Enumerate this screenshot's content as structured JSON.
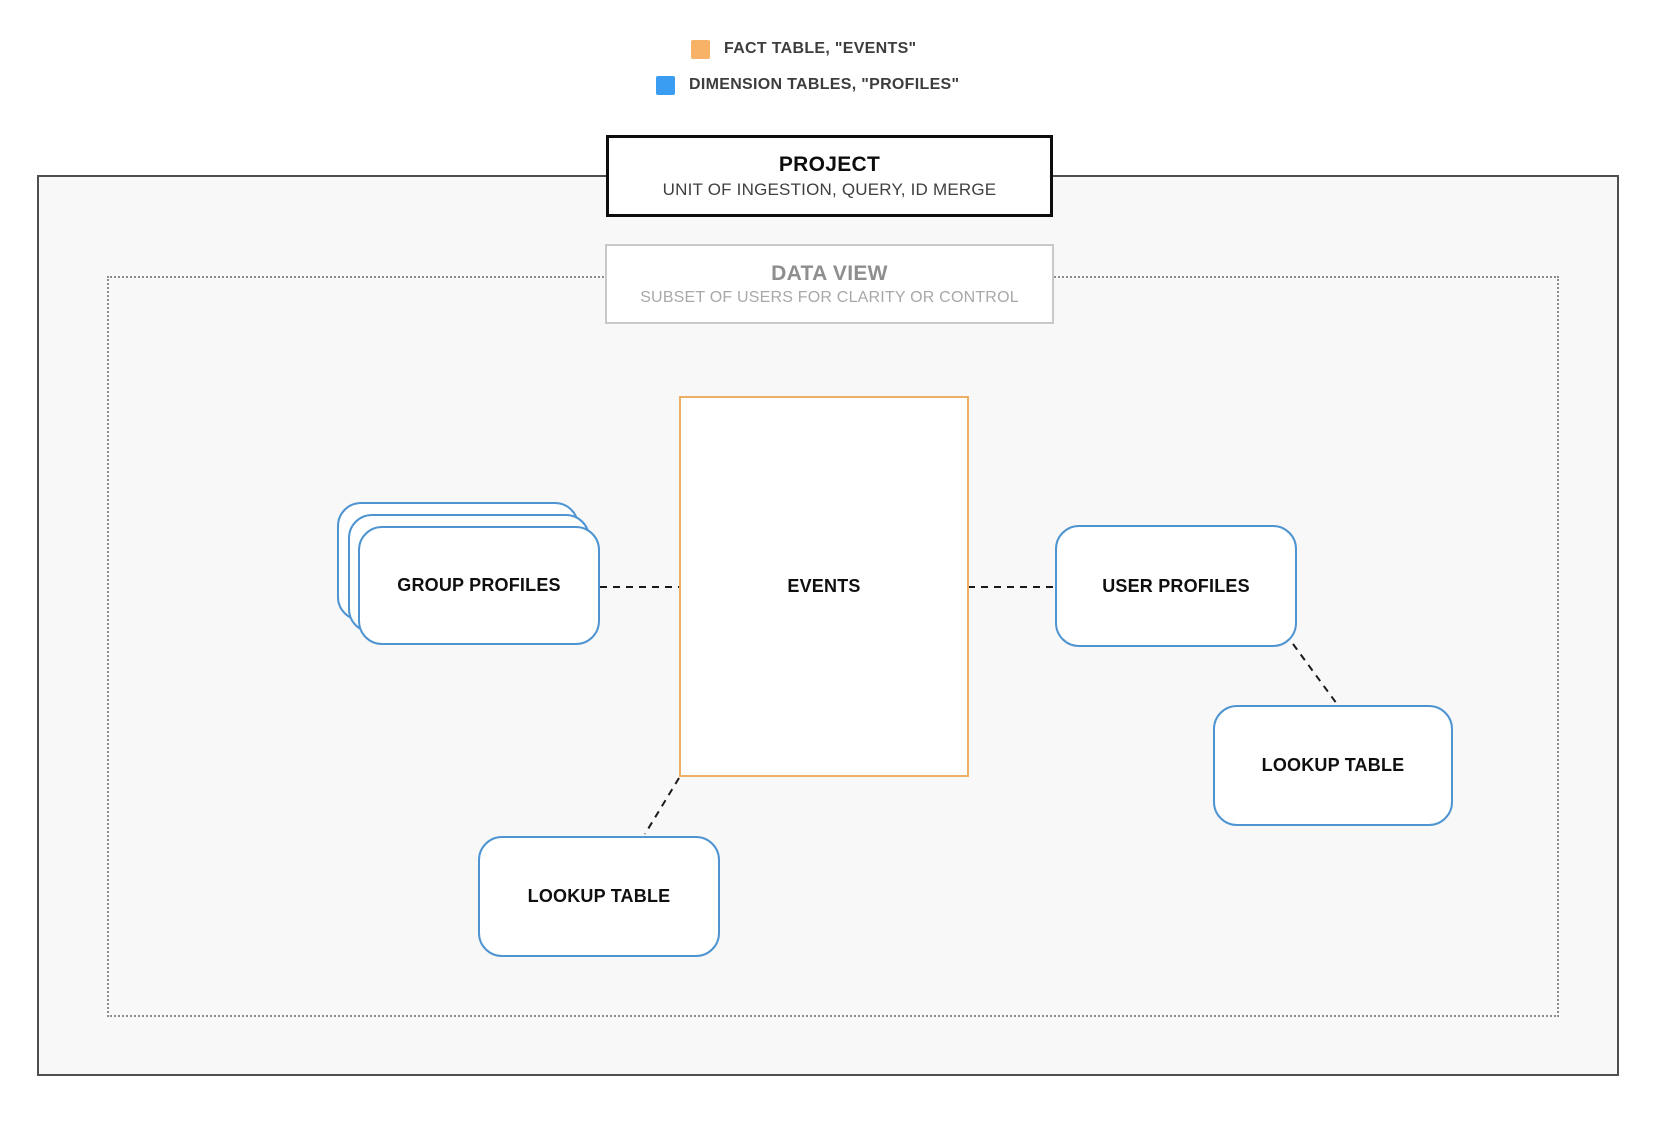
{
  "legend": {
    "items": [
      {
        "name": "fact-table",
        "label": "FACT TABLE, \"EVENTS\"",
        "color": "#f7b267"
      },
      {
        "name": "dimension-tables",
        "label": "DIMENSION TABLES, \"PROFILES\"",
        "color": "#3b9df2"
      }
    ]
  },
  "project": {
    "title": "PROJECT",
    "subtitle": "UNIT OF INGESTION, QUERY, ID MERGE"
  },
  "data_view": {
    "title": "DATA VIEW",
    "subtitle": "SUBSET OF USERS FOR CLARITY OR CONTROL"
  },
  "nodes": {
    "events": {
      "label": "EVENTS"
    },
    "group_profiles": {
      "label": "GROUP PROFILES"
    },
    "user_profiles": {
      "label": "USER PROFILES"
    },
    "lookup_table_bottom": {
      "label": "LOOKUP TABLE"
    },
    "lookup_table_right": {
      "label": "LOOKUP TABLE"
    }
  },
  "colors": {
    "fact_fill": "#f7b267",
    "fact_border": "#edae66",
    "dimension_fill": "#3b9df2",
    "dimension_border": "#4e94d1",
    "connector": "#1a1a1a",
    "outer_border": "#4f4f4f",
    "inner_dotted_border": "#8c8c8c",
    "container_background": "#f8f8f9"
  }
}
